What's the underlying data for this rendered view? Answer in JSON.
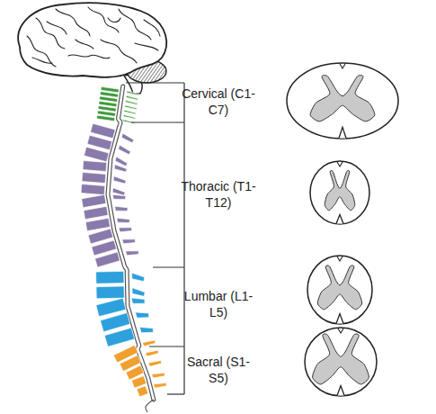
{
  "diagram": {
    "labels": [
      "Cervical (C1-C7)",
      "Thoracic (T1-T12)",
      "Lumbar (L1-L5)",
      "Sacral (S1-S5)"
    ]
  }
}
